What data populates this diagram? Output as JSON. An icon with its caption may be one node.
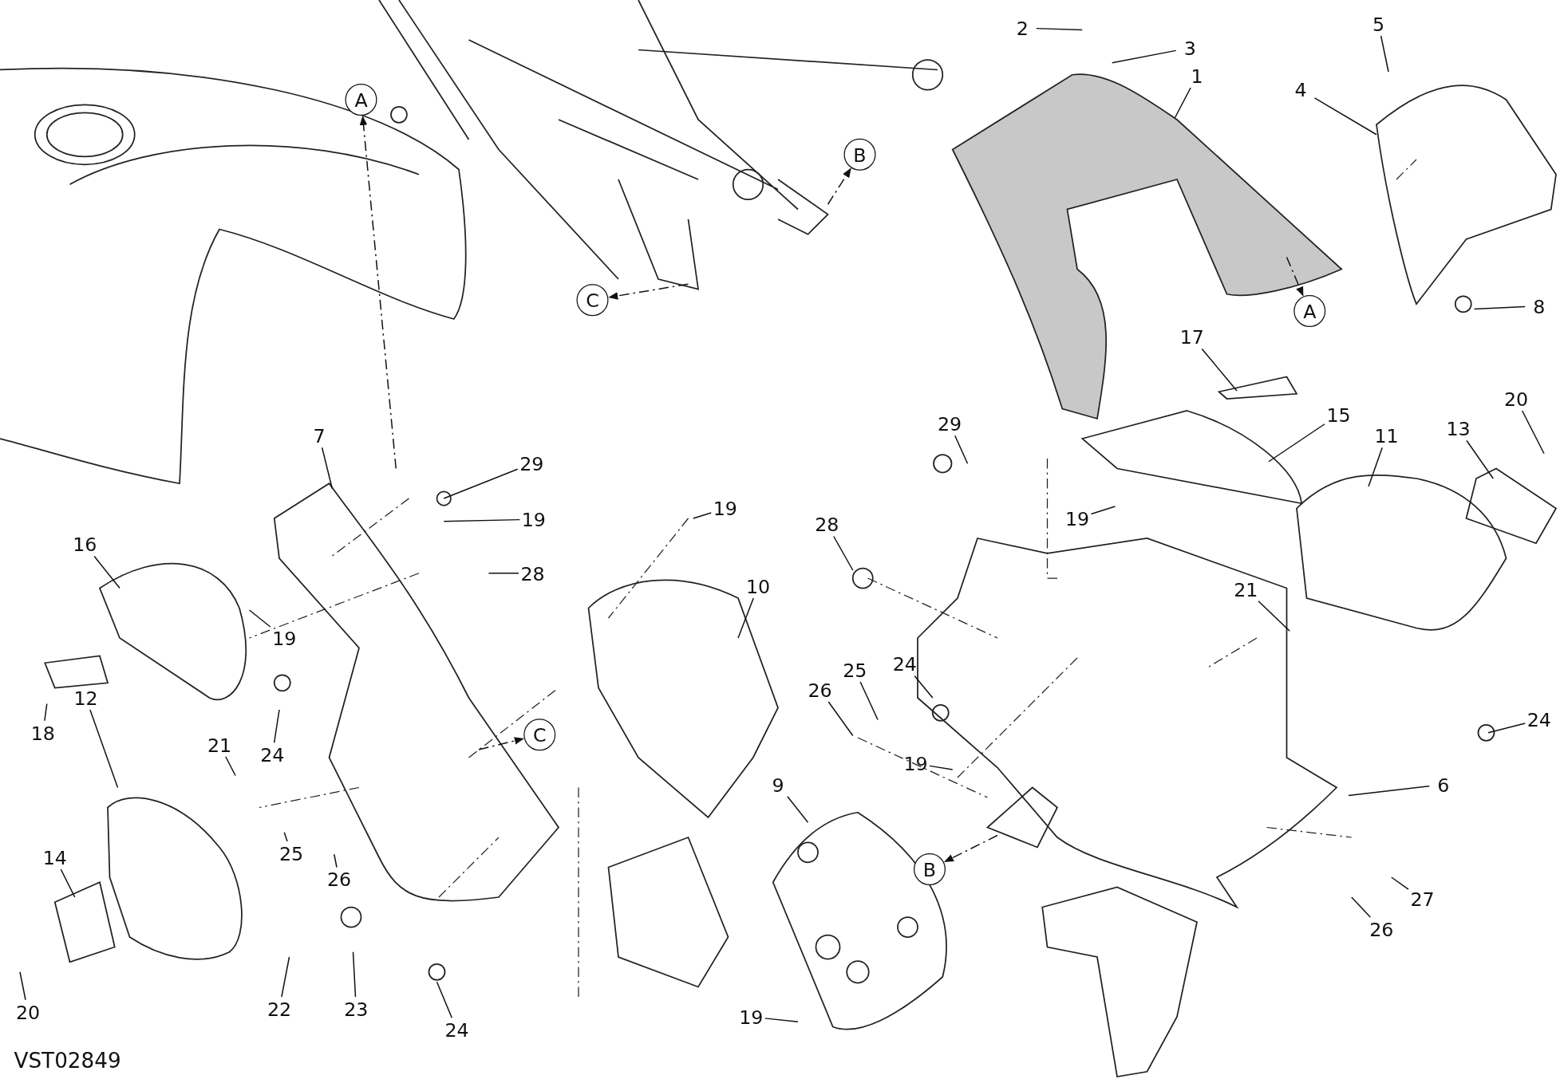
{
  "diagram": {
    "nodes": [
      {
        "text": [
          "2"
        ]
      },
      {
        "text": [
          "3"
        ]
      },
      {
        "text": [
          "5"
        ]
      },
      {
        "text": [
          "1"
        ]
      },
      {
        "text": [
          "4"
        ]
      },
      {
        "text": [
          "A"
        ]
      },
      {
        "text": [
          "B"
        ]
      },
      {
        "text": [
          "C"
        ]
      },
      {
        "text": [
          "A"
        ]
      },
      {
        "text": [
          "8"
        ]
      },
      {
        "text": [
          "17"
        ]
      },
      {
        "text": [
          "20"
        ]
      },
      {
        "text": [
          "15"
        ]
      },
      {
        "text": [
          "29"
        ]
      },
      {
        "text": [
          "11"
        ]
      },
      {
        "text": [
          "13"
        ]
      },
      {
        "text": [
          "7"
        ]
      },
      {
        "text": [
          "29"
        ]
      },
      {
        "text": [
          "19"
        ]
      },
      {
        "text": [
          "19"
        ]
      },
      {
        "text": [
          "19"
        ]
      },
      {
        "text": [
          "16"
        ]
      },
      {
        "text": [
          "28"
        ]
      },
      {
        "text": [
          "28"
        ]
      },
      {
        "text": [
          "10"
        ]
      },
      {
        "text": [
          "21"
        ]
      },
      {
        "text": [
          "19"
        ]
      },
      {
        "text": [
          "25"
        ]
      },
      {
        "text": [
          "24"
        ]
      },
      {
        "text": [
          "26"
        ]
      },
      {
        "text": [
          "24"
        ]
      },
      {
        "text": [
          "18"
        ]
      },
      {
        "text": [
          "12"
        ]
      },
      {
        "text": [
          "C"
        ]
      },
      {
        "text": [
          "21"
        ]
      },
      {
        "text": [
          "24"
        ]
      },
      {
        "text": [
          "19"
        ]
      },
      {
        "text": [
          "9"
        ]
      },
      {
        "text": [
          "6"
        ]
      },
      {
        "text": [
          "14"
        ]
      },
      {
        "text": [
          "25"
        ]
      },
      {
        "text": [
          "26"
        ]
      },
      {
        "text": [
          "B"
        ]
      },
      {
        "text": [
          "27"
        ]
      },
      {
        "text": [
          "26"
        ]
      },
      {
        "text": [
          "20"
        ]
      },
      {
        "text": [
          "22"
        ]
      },
      {
        "text": [
          "23"
        ]
      },
      {
        "text": [
          "24"
        ]
      },
      {
        "text": [
          "19"
        ]
      }
    ],
    "edges": [
      {
        "from": 0,
        "to": null,
        "arrow": "none"
      },
      {
        "from": 1,
        "to": null,
        "arrow": "none"
      },
      {
        "from": 2,
        "to": null,
        "arrow": "none"
      },
      {
        "from": 3,
        "to": null,
        "arrow": "none"
      },
      {
        "from": 4,
        "to": null,
        "arrow": "none"
      },
      {
        "from": null,
        "to": 5,
        "arrow": "to",
        "style": "dashed"
      },
      {
        "from": null,
        "to": 6,
        "arrow": "to",
        "style": "dashed"
      },
      {
        "from": null,
        "to": 7,
        "arrow": "to",
        "style": "dashed"
      },
      {
        "from": null,
        "to": 8,
        "arrow": "to",
        "style": "dashed"
      },
      {
        "from": 9,
        "to": null,
        "arrow": "none"
      },
      {
        "from": 10,
        "to": null,
        "arrow": "none"
      },
      {
        "from": 11,
        "to": null,
        "arrow": "none"
      },
      {
        "from": 12,
        "to": null,
        "arrow": "none"
      },
      {
        "from": 13,
        "to": null,
        "arrow": "none"
      },
      {
        "from": 14,
        "to": null,
        "arrow": "none"
      },
      {
        "from": 15,
        "to": null,
        "arrow": "none"
      },
      {
        "from": 16,
        "to": null,
        "arrow": "none"
      },
      {
        "from": 17,
        "to": null,
        "arrow": "none"
      },
      {
        "from": 18,
        "to": null,
        "arrow": "none"
      },
      {
        "from": 19,
        "to": null,
        "arrow": "none"
      },
      {
        "from": 20,
        "to": null,
        "arrow": "none"
      },
      {
        "from": 21,
        "to": null,
        "arrow": "none"
      },
      {
        "from": 22,
        "to": null,
        "arrow": "none"
      },
      {
        "from": 23,
        "to": null,
        "arrow": "none"
      },
      {
        "from": 24,
        "to": null,
        "arrow": "none"
      },
      {
        "from": 25,
        "to": null,
        "arrow": "none"
      },
      {
        "from": 26,
        "to": null,
        "arrow": "none"
      },
      {
        "from": 27,
        "to": null,
        "arrow": "none"
      },
      {
        "from": 28,
        "to": null,
        "arrow": "none"
      },
      {
        "from": 29,
        "to": null,
        "arrow": "none"
      },
      {
        "from": 30,
        "to": null,
        "arrow": "none"
      },
      {
        "from": 31,
        "to": null,
        "arrow": "none"
      },
      {
        "from": 32,
        "to": null,
        "arrow": "none"
      },
      {
        "from": null,
        "to": 33,
        "arrow": "to",
        "style": "dashed"
      },
      {
        "from": 34,
        "to": null,
        "arrow": "none"
      },
      {
        "from": 35,
        "to": null,
        "arrow": "none"
      },
      {
        "from": 36,
        "to": null,
        "arrow": "none"
      },
      {
        "from": 37,
        "to": null,
        "arrow": "none"
      },
      {
        "from": 38,
        "to": null,
        "arrow": "none"
      },
      {
        "from": 39,
        "to": null,
        "arrow": "none"
      },
      {
        "from": 40,
        "to": null,
        "arrow": "none"
      },
      {
        "from": 41,
        "to": null,
        "arrow": "none"
      },
      {
        "from": null,
        "to": 42,
        "arrow": "to",
        "style": "dashed"
      },
      {
        "from": 43,
        "to": null,
        "arrow": "none"
      },
      {
        "from": 44,
        "to": null,
        "arrow": "none"
      },
      {
        "from": 45,
        "to": null,
        "arrow": "none"
      },
      {
        "from": 46,
        "to": null,
        "arrow": "none"
      },
      {
        "from": 47,
        "to": null,
        "arrow": "none"
      },
      {
        "from": 48,
        "to": null,
        "arrow": "none"
      },
      {
        "from": 49,
        "to": null,
        "arrow": "none"
      }
    ],
    "labels": [
      "VST02849"
    ]
  }
}
